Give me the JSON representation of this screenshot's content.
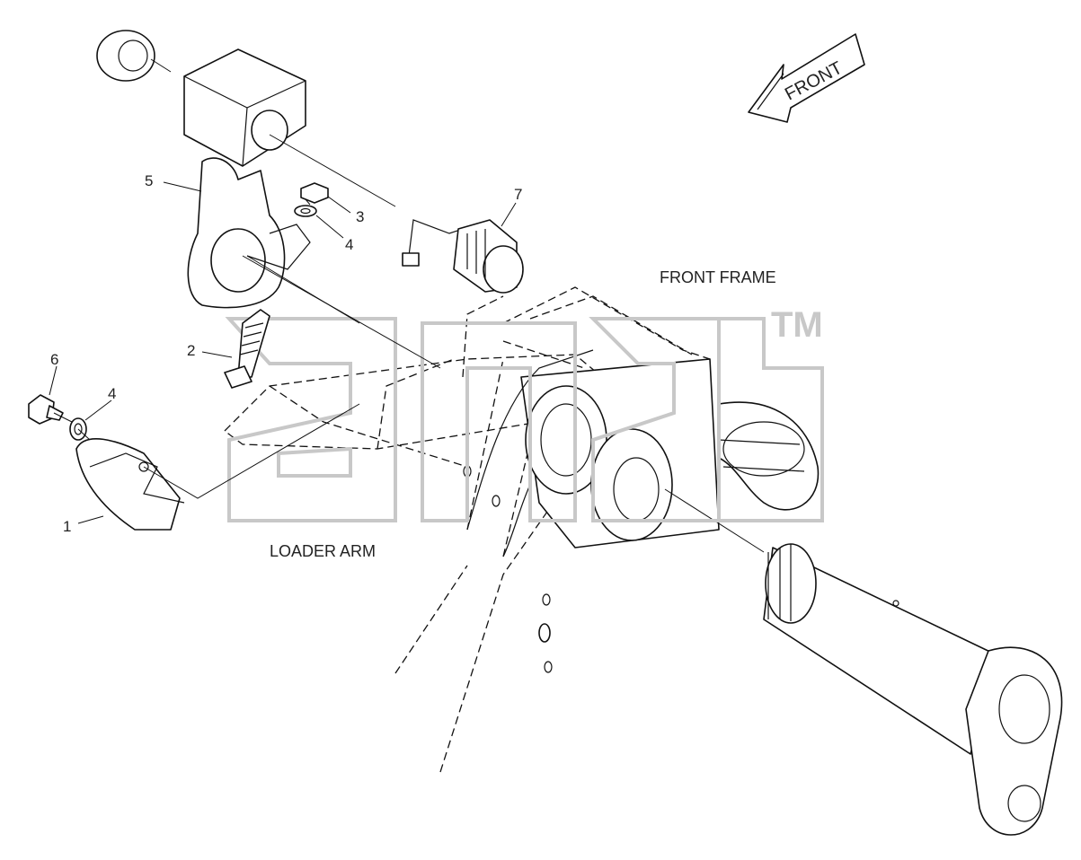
{
  "diagram": {
    "front_arrow_label": "FRONT",
    "zone_labels": {
      "front_frame": "FRONT FRAME",
      "loader_arm": "LOADER ARM"
    },
    "callouts": [
      "1",
      "2",
      "3",
      "4",
      "4",
      "5",
      "6",
      "7"
    ],
    "watermark": {
      "trademark": "TM"
    }
  }
}
